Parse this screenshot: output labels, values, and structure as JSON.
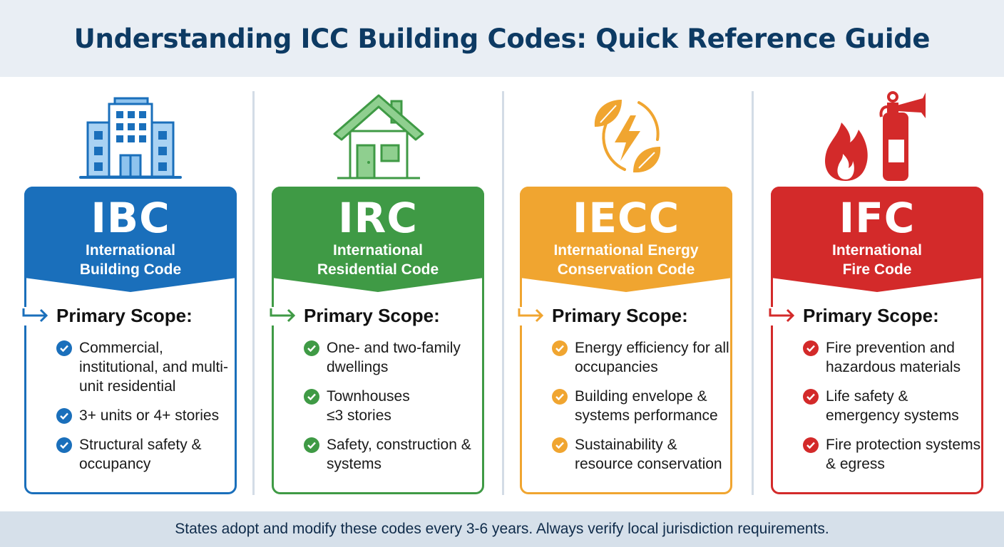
{
  "header": {
    "title": "Understanding ICC Building Codes: Quick Reference Guide"
  },
  "codes": [
    {
      "abbr": "IBC",
      "name_line1": "International",
      "name_line2": "Building Code",
      "icon": "office-building-icon",
      "color": "#1a6fbb",
      "scope_title": "Primary Scope:",
      "items": [
        "Commercial, institutional, and multi-unit residential",
        "3+ units or 4+ stories",
        "Structural safety & occupancy"
      ]
    },
    {
      "abbr": "IRC",
      "name_line1": "International",
      "name_line2": "Residential Code",
      "icon": "house-icon",
      "color": "#3f9a45",
      "scope_title": "Primary Scope:",
      "items": [
        "One- and two-family dwellings",
        "Townhouses ≤3 stories",
        "Safety, construction & systems"
      ]
    },
    {
      "abbr": "IECC",
      "name_line1": "International Energy",
      "name_line2": "Conservation Code",
      "icon": "energy-leaf-cycle-icon",
      "color": "#f0a530",
      "scope_title": "Primary Scope:",
      "items": [
        "Energy efficiency for all occupancies",
        "Building envelope & systems performance",
        "Sustainability & resource conservation"
      ]
    },
    {
      "abbr": "IFC",
      "name_line1": "International",
      "name_line2": "Fire Code",
      "icon": "fire-extinguisher-icon",
      "color": "#d32a2a",
      "scope_title": "Primary Scope:",
      "items": [
        "Fire prevention and hazardous materials",
        "Life safety & emergency systems",
        "Fire protection systems & egress"
      ]
    }
  ],
  "footer": {
    "note": "States adopt and modify these codes every 3-6 years. Always verify local jurisdiction requirements."
  }
}
